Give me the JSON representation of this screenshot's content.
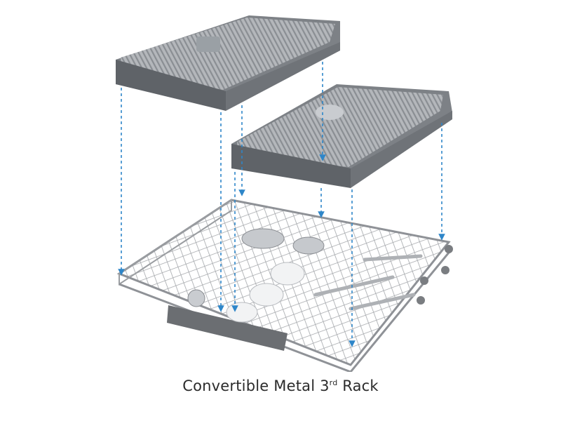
{
  "caption": {
    "main": "Convertible Metal 3",
    "superscript": "rd",
    "suffix": " Rack"
  },
  "colors": {
    "tray_light": "#a9acb0",
    "tray_dark": "#7d8186",
    "tray_shadow": "#5f6368",
    "wire": "#9a9da1",
    "guide_arrow": "#2e86c9",
    "handle": "#6b6e72",
    "caption_text": "#2b2b2b"
  },
  "icons": [
    "cutlery-tray-icon",
    "wire-rack-icon",
    "guide-arrow-icon"
  ]
}
